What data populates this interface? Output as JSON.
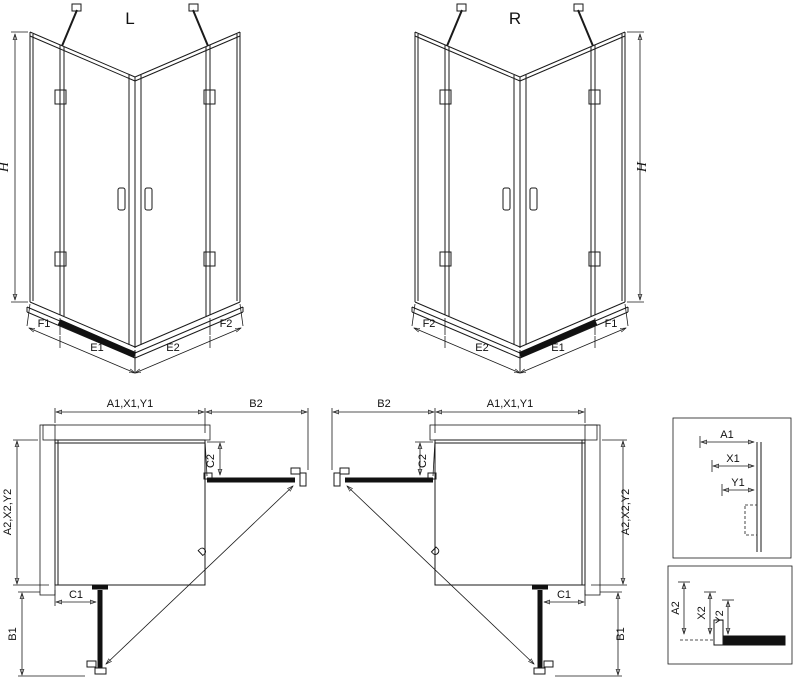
{
  "page": {
    "background": "#ffffff",
    "line_color": "#1a1a1a",
    "dark_fill": "#111111"
  },
  "view_3d_left": {
    "label": "L",
    "dim_h": "H",
    "dim_f1": "F1",
    "dim_e1": "E1",
    "dim_e2": "E2",
    "dim_f2": "F2"
  },
  "view_3d_right": {
    "label": "R",
    "dim_h": "H",
    "dim_f1": "F1",
    "dim_e1": "E1",
    "dim_e2": "E2",
    "dim_f2": "F2"
  },
  "plan_left": {
    "dim_a1x1y1": "A1,X1,Y1",
    "dim_b2": "B2",
    "dim_c2": "C2",
    "dim_a2x2y2": "A2,X2,Y2",
    "dim_c1": "C1",
    "dim_d": "D",
    "dim_b1": "B1"
  },
  "plan_right": {
    "dim_a1x1y1": "A1,X1,Y1",
    "dim_b2": "B2",
    "dim_c2": "C2",
    "dim_a2x2y2": "A2,X2,Y2",
    "dim_c1": "C1",
    "dim_d": "D",
    "dim_b1": "B1"
  },
  "detail_top": {
    "dim_a1": "A1",
    "dim_x1": "X1",
    "dim_y1": "Y1"
  },
  "detail_bottom": {
    "dim_a2": "A2",
    "dim_x2": "X2",
    "dim_y2": "Y2"
  }
}
